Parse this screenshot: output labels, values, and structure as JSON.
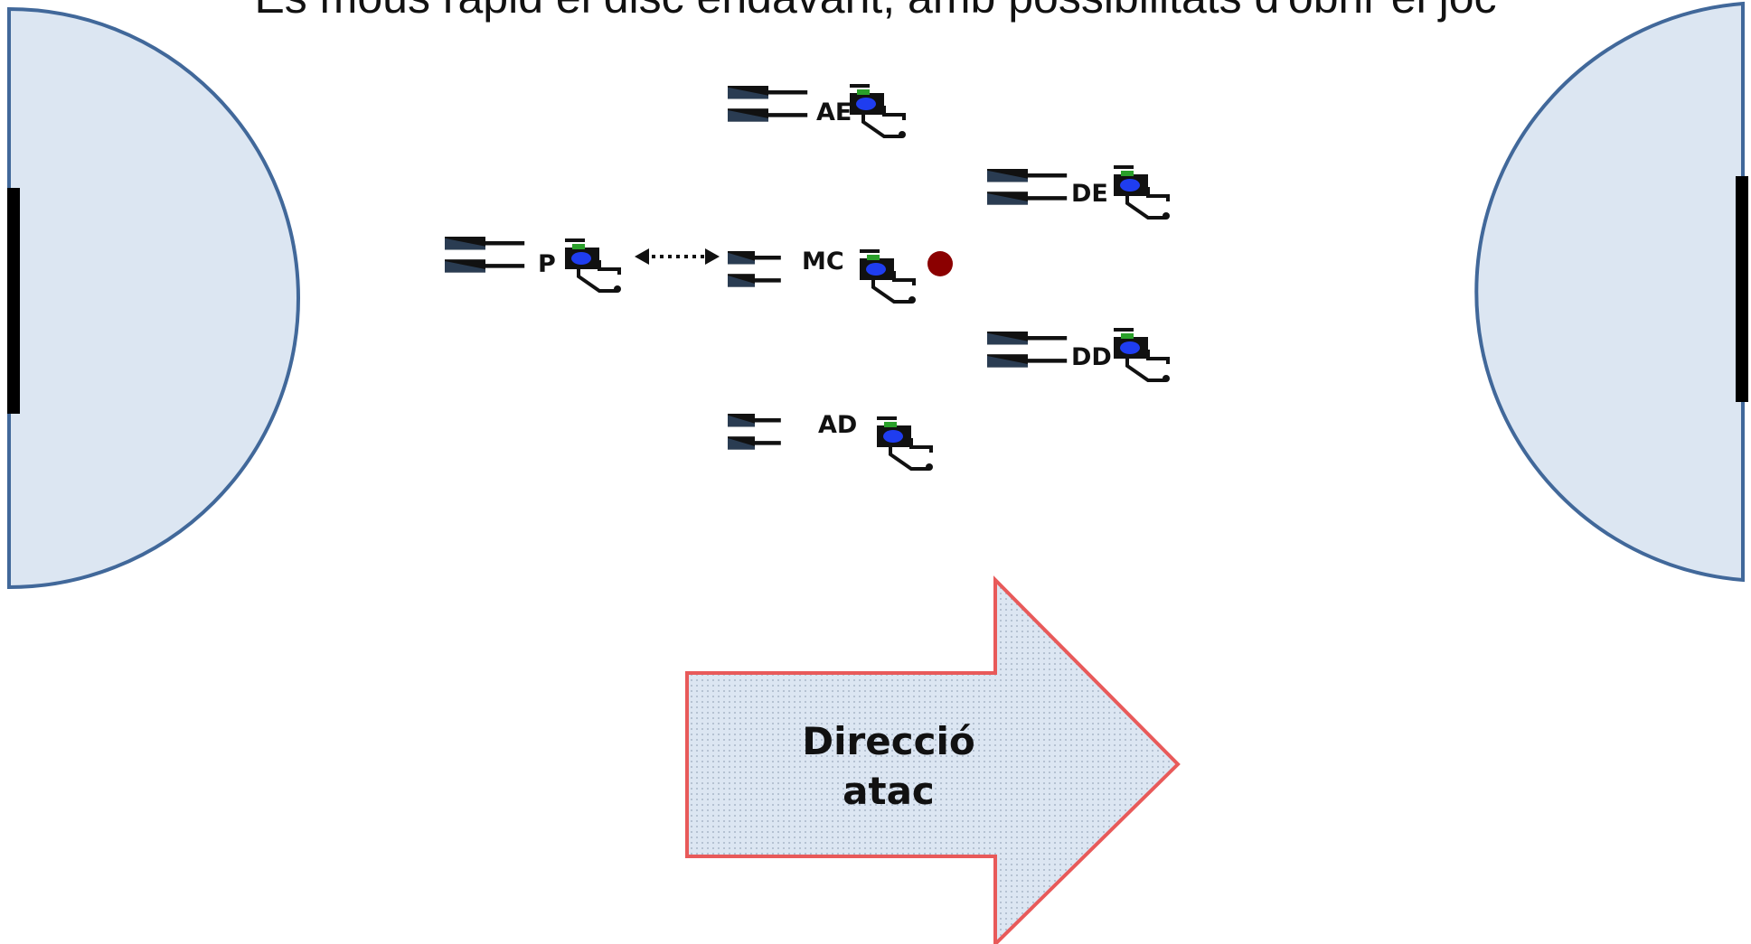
{
  "caption": "Es mous ràpid el disc endavant, amb possibilitats d'obrir el joc",
  "players": [
    {
      "id": "ae",
      "label": "AE"
    },
    {
      "id": "de",
      "label": "DE"
    },
    {
      "id": "p",
      "label": "P"
    },
    {
      "id": "mc",
      "label": "MC"
    },
    {
      "id": "dd",
      "label": "DD"
    },
    {
      "id": "ad",
      "label": "AD"
    }
  ],
  "direction_arrow": {
    "line1": "Direcció",
    "line2": "atac"
  },
  "colors": {
    "goal_area_fill": "#dce6f2",
    "goal_area_stroke": "#41689a",
    "puck": "#8b0000",
    "arrow_fill": "#dce6f2",
    "arrow_stroke": "#e85a5a",
    "player_blue": "#1f3df0",
    "player_green": "#2aa02a"
  }
}
